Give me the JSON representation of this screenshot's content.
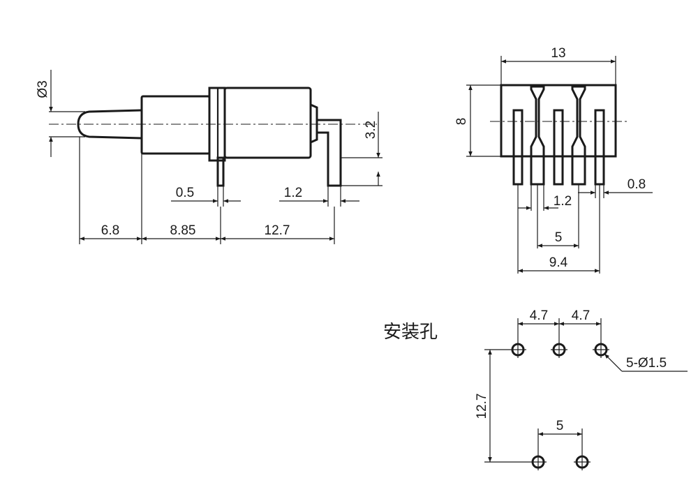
{
  "side_view": {
    "dia_label": "Ø3",
    "offset_label": "3.2",
    "pin_width_label": "0.5",
    "bent_pin_label": "1.2",
    "dims": [
      "6.8",
      "8.85",
      "12.7"
    ]
  },
  "front_view": {
    "width_label": "13",
    "height_label": "8",
    "pin_thickness_label": "0.8",
    "pin_gap_label": "1.2",
    "pitch_label": "5",
    "span_label": "9.4"
  },
  "mounting_holes": {
    "title": "安装孔",
    "pitch_a": "4.7",
    "pitch_b": "4.7",
    "hole_label": "5-Ø1.5",
    "row_spacing": "12.7",
    "bottom_pitch": "5"
  }
}
